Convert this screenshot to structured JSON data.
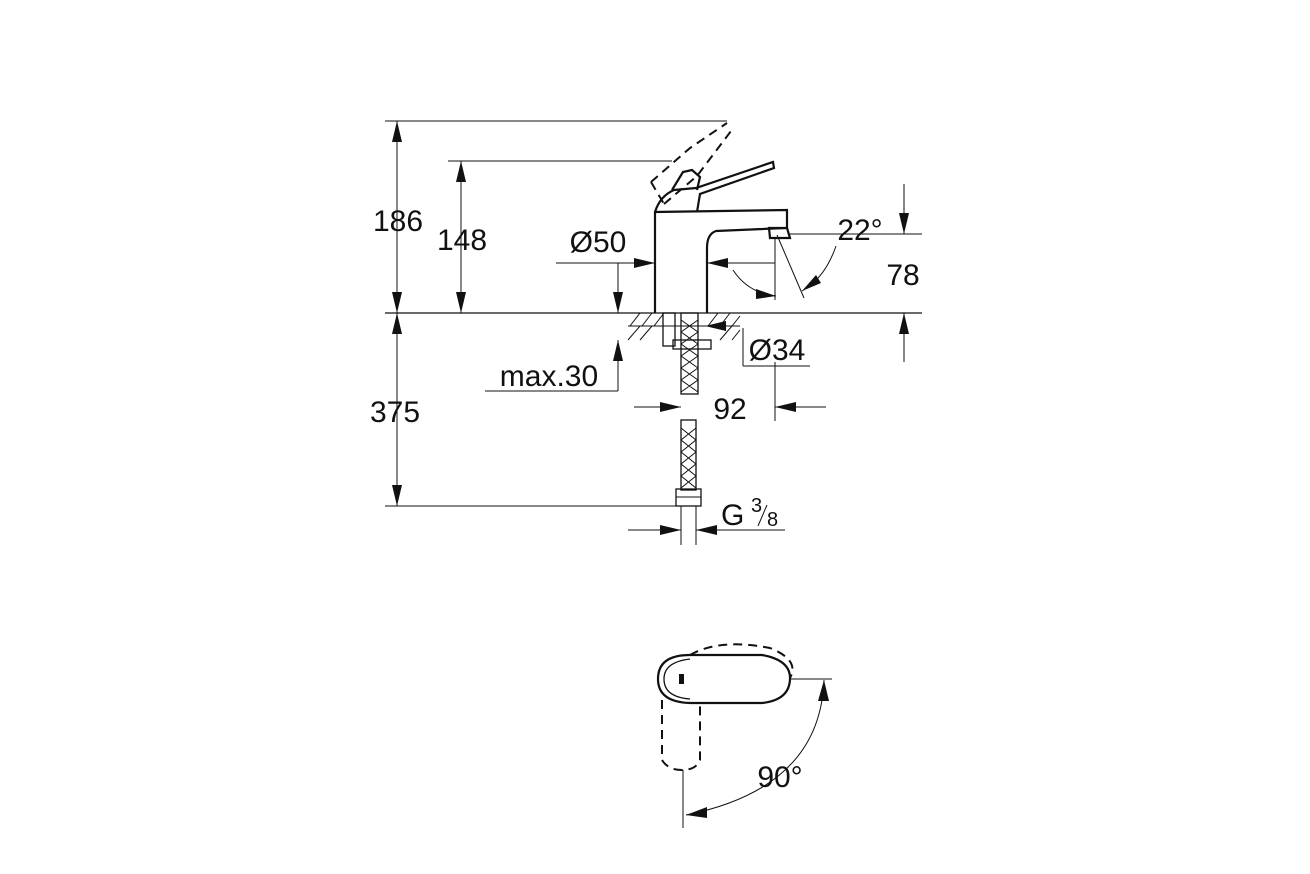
{
  "side_view": {
    "height_total": "186",
    "height_spout": "148",
    "body_diameter": "Ø50",
    "spout_angle": "22°",
    "spout_height": "78",
    "hole_diameter": "Ø34",
    "max_deck_thickness": "max.30",
    "below_deck_length": "375",
    "projection": "92",
    "thread_main": "G",
    "thread_num": "3",
    "thread_den": "8"
  },
  "top_view": {
    "rotation_angle": "90°"
  }
}
